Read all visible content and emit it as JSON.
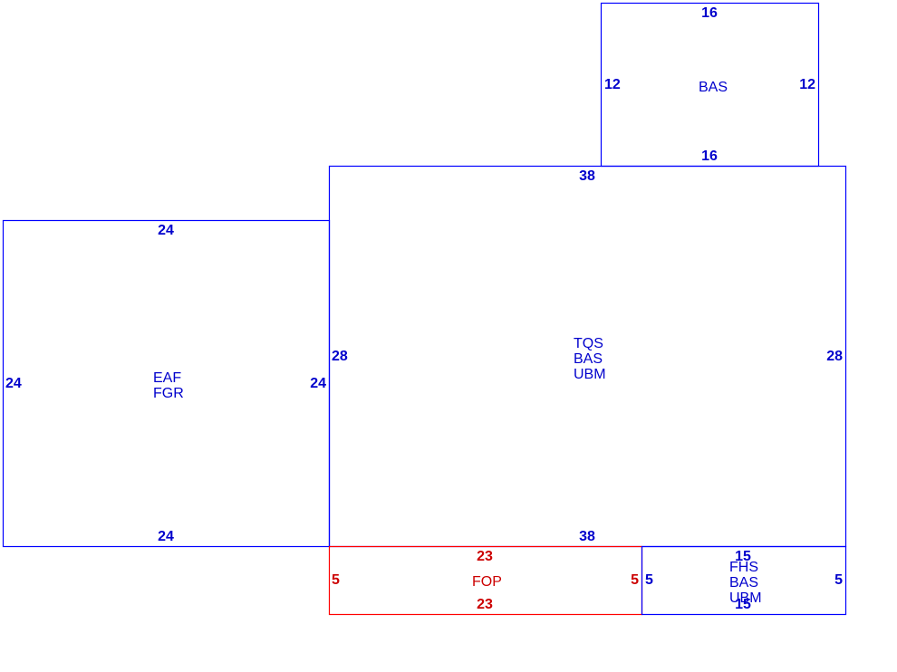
{
  "colors": {
    "main": "#0000ff",
    "porch": "#ff0000",
    "text_main": "#0000cc",
    "text_porch": "#cc0000"
  },
  "sections": {
    "bas_top": {
      "codes": [
        "BAS"
      ],
      "top": "16",
      "bottom": "16",
      "left": "12",
      "right": "12"
    },
    "main": {
      "codes": [
        "TQS",
        "BAS",
        "UBM"
      ],
      "top": "38",
      "bottom": "38",
      "left": "28",
      "right": "28"
    },
    "garage": {
      "codes": [
        "EAF",
        "FGR"
      ],
      "top": "24",
      "bottom": "24",
      "left": "24",
      "right": "24"
    },
    "porch": {
      "codes": [
        "FOP"
      ],
      "top": "23",
      "bottom": "23",
      "left": "5",
      "right": "5"
    },
    "fhs": {
      "codes": [
        "FHS",
        "BAS",
        "UBM"
      ],
      "top": "15",
      "bottom": "15",
      "left": "5",
      "right": "5"
    }
  }
}
